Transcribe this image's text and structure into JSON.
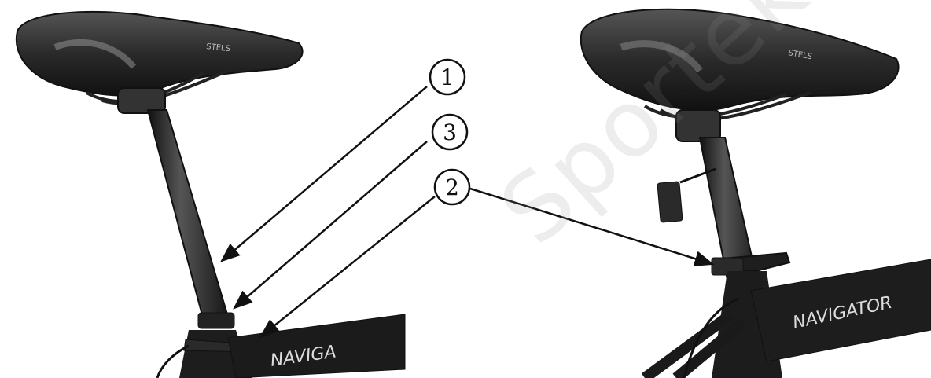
{
  "callouts": [
    {
      "number": "1"
    },
    {
      "number": "3"
    },
    {
      "number": "2"
    }
  ],
  "saddle_brand": "STELS",
  "frame_text_left": "NAVIGA",
  "frame_text_right": "NAVIGATOR",
  "watermark": "Sportek.in.ua",
  "colors": {
    "ink": "#111111",
    "saddle": "#2b2b2b",
    "saddle_highlight": "#8a8a8a",
    "frame": "#1c1c1c"
  }
}
